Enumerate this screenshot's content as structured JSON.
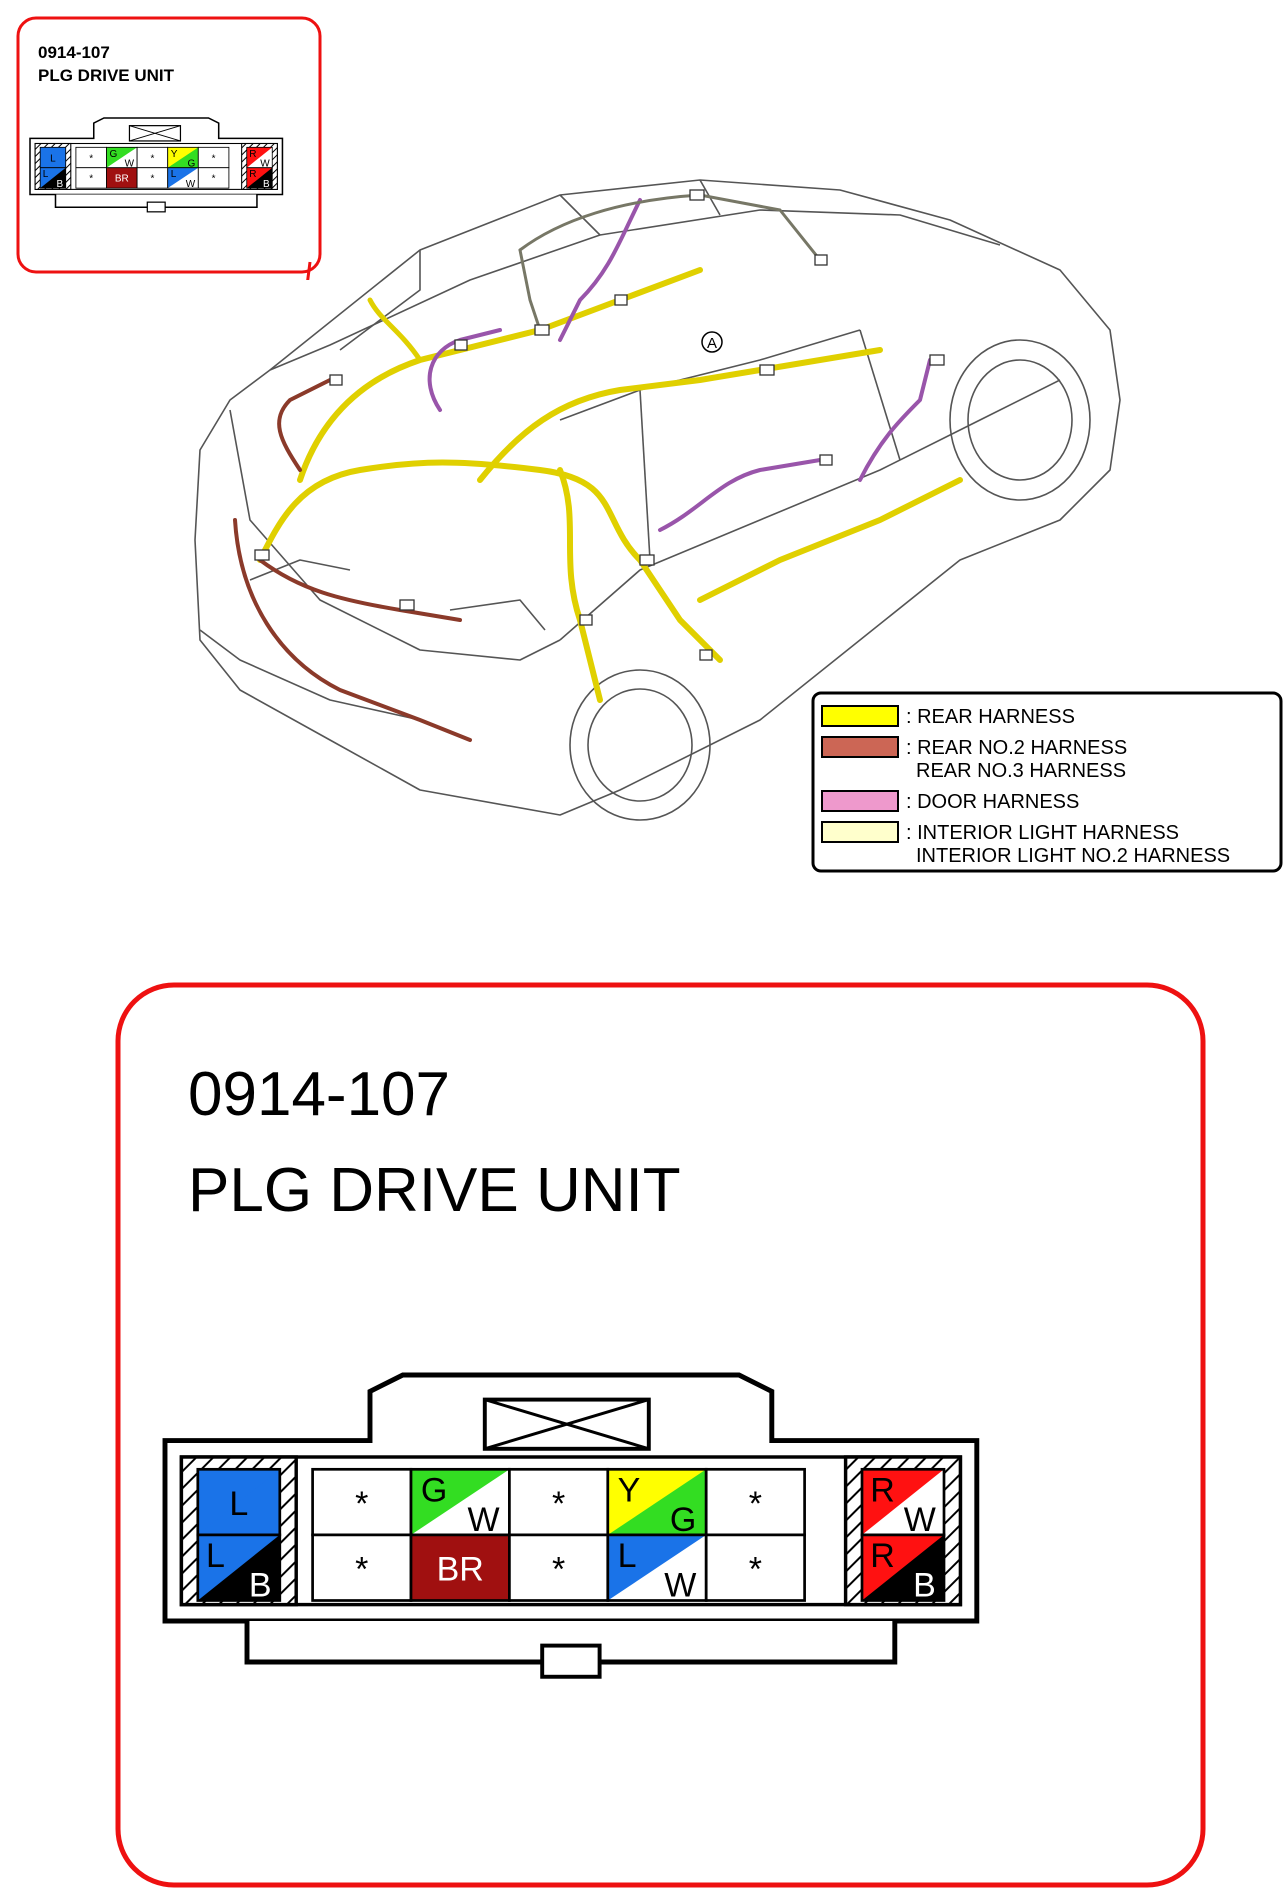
{
  "connector": {
    "part_number": "0914-107",
    "name": "PLG DRIVE UNIT"
  },
  "pins": [
    {
      "id": "p1",
      "top": "L",
      "bottom": "",
      "c1": "#1a73e8",
      "c2": "#1a73e8",
      "tc": "#000000",
      "bc": "#000000"
    },
    {
      "id": "p2",
      "top": "*",
      "bottom": "",
      "c1": "#ffffff",
      "c2": "#ffffff",
      "tc": "#000000",
      "bc": "#000000"
    },
    {
      "id": "p3",
      "top": "G",
      "bottom": "W",
      "c1": "#33dd22",
      "c2": "#ffffff",
      "tc": "#000000",
      "bc": "#000000"
    },
    {
      "id": "p4",
      "top": "*",
      "bottom": "",
      "c1": "#ffffff",
      "c2": "#ffffff",
      "tc": "#000000",
      "bc": "#000000"
    },
    {
      "id": "p5",
      "top": "Y",
      "bottom": "G",
      "c1": "#ffff00",
      "c2": "#33dd22",
      "tc": "#000000",
      "bc": "#000000"
    },
    {
      "id": "p6",
      "top": "*",
      "bottom": "",
      "c1": "#ffffff",
      "c2": "#ffffff",
      "tc": "#000000",
      "bc": "#000000"
    },
    {
      "id": "p7",
      "top": "R",
      "bottom": "W",
      "c1": "#ff1111",
      "c2": "#ffffff",
      "tc": "#000000",
      "bc": "#000000"
    },
    {
      "id": "p8",
      "top": "L",
      "bottom": "B",
      "c1": "#1a73e8",
      "c2": "#000000",
      "tc": "#000000",
      "bc": "#ffffff"
    },
    {
      "id": "p9",
      "top": "*",
      "bottom": "",
      "c1": "#ffffff",
      "c2": "#ffffff",
      "tc": "#000000",
      "bc": "#000000"
    },
    {
      "id": "p10",
      "top": "BR",
      "bottom": "",
      "c1": "#a01010",
      "c2": "#a01010",
      "tc": "#ffffff",
      "bc": "#ffffff"
    },
    {
      "id": "p11",
      "top": "*",
      "bottom": "",
      "c1": "#ffffff",
      "c2": "#ffffff",
      "tc": "#000000",
      "bc": "#000000"
    },
    {
      "id": "p12",
      "top": "L",
      "bottom": "W",
      "c1": "#1a73e8",
      "c2": "#ffffff",
      "tc": "#000000",
      "bc": "#000000"
    },
    {
      "id": "p13",
      "top": "*",
      "bottom": "",
      "c1": "#ffffff",
      "c2": "#ffffff",
      "tc": "#000000",
      "bc": "#000000"
    },
    {
      "id": "p14",
      "top": "R",
      "bottom": "B",
      "c1": "#ff1111",
      "c2": "#000000",
      "tc": "#000000",
      "bc": "#ffffff"
    }
  ],
  "legend": [
    {
      "color": "#ffff00",
      "lines": [
        ": REAR HARNESS"
      ]
    },
    {
      "color": "#cc6655",
      "lines": [
        ": REAR NO.2 HARNESS",
        "REAR NO.3 HARNESS"
      ]
    },
    {
      "color": "#ee99cc",
      "lines": [
        ": DOOR HARNESS"
      ]
    },
    {
      "color": "#ffffcc",
      "lines": [
        ": INTERIOR LIGHT HARNESS",
        "INTERIOR LIGHT NO.2 HARNESS"
      ]
    }
  ],
  "reference_marker": "A",
  "colors": {
    "callout_border": "#ee1111",
    "rear_harness": "#e0d000",
    "rear2_harness": "#8b3a2a",
    "door_harness": "#9955aa",
    "interior_harness": "#777766"
  }
}
